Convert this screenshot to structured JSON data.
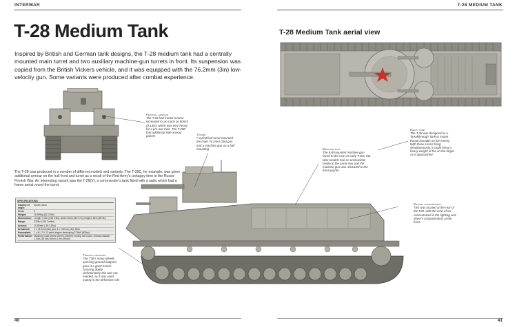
{
  "header": {
    "left_section": "INTERWAR",
    "right_section": "T-28 MEDIUM TANK"
  },
  "title": "T-28 Medium Tank",
  "aerial_title": "T-28 Medium Tank aerial view",
  "intro": "Inspired by British and German tank designs, the T-28 medium tank had a centrally mounted main turret and two auxiliary machine-gun turrets in front. Its suspension was copied from the British Vickers vehicle, and it was equipped with the 76.2mm (3in) low-velocity gun. Some variants were produced after combat experience.",
  "body": "The T-28 was produced in a number of different models and variants. The T-28C, for example, was given additional armour on the hull front and turret as a result of the Red Army's unhappy time in the Russo-Finnish War. An interesting variant was the T-28(V), a commander's tank fitted with a radio which had a frame aerial round the turret.",
  "specs": {
    "heading": "SPECIFICATIONS",
    "rows": [
      {
        "k": "Country of origin:",
        "v": "Soviet Union"
      },
      {
        "k": "Crew:",
        "v": "6"
      },
      {
        "k": "Weight:",
        "v": "28,509kg (62,720lb)"
      },
      {
        "k": "Dimensions:",
        "v": "Length 7.44m (24ft 4.9in); width 2.81m (9ft 2.7in); height 2.82m (9ft 3in)"
      },
      {
        "k": "Range:",
        "v": "220km (136.7 miles)"
      },
      {
        "k": "Armour:",
        "v": "10-80mm (.39-3.15in)"
      },
      {
        "k": "Armament:",
        "v": "1 x 76.2mm (3in) gun; 3 x 7.62mm (.3in) MGs"
      },
      {
        "k": "Powerplant:",
        "v": "1 x M-17 V-12 petrol engine developing 373kW (500hp)"
      },
      {
        "k": "Performance:",
        "v": "Maximum road speed 37km/h (23mph); fording not known; vertical obstacle 1.04m (3ft 5in); trench 2.9m (9ft 6in)"
      }
    ]
  },
  "callouts": {
    "frontal": {
      "h": "Frontal armour",
      "t": "The T-28 had frontal armour increased to as much as 80mm (3.13in), which was very heavy for a pre-war tank. The T-28E had additional side armour panels"
    },
    "turret": {
      "h": "Turret",
      "t": "A cylindrical turret mounted the main 76.2mm (3in) gun and a machine gun on a ball mounting"
    },
    "mg": {
      "h": "Machine gun",
      "t": "The ball-mounted machine gun faced to the rear on early T-28s, but later models had an ammunition bustle at the turret rear and the machine gun was relocated to the front quarter"
    },
    "heavy": {
      "h": "Heavy fire",
      "t": "The T-28 was designed as a 'breakthrough' tank to mount frontal assaults on the enemy. With three turrets firing simultaneously, it could bring a heavy weight of fire on the target as it approached."
    },
    "engine": {
      "h": "Engine compartment",
      "t": "This was located at the rear of the T28, with the crew of six concentrated in the fighting and driver's compartments at the front."
    },
    "trench": {
      "h": "Trench-crossing",
      "t": "The T28's many wheels and long ground footprint gave it a good trench-crossing ability. Unfortunately this was not needed, as it was used mainly in the defensive role"
    }
  },
  "pages": {
    "left": "40",
    "right": "41"
  },
  "colors": {
    "tank_body": "#a8a69b",
    "tank_dark": "#7b7a71",
    "tank_light": "#c9c7bd",
    "star": "#c9322b",
    "track": "#6f6e66"
  }
}
